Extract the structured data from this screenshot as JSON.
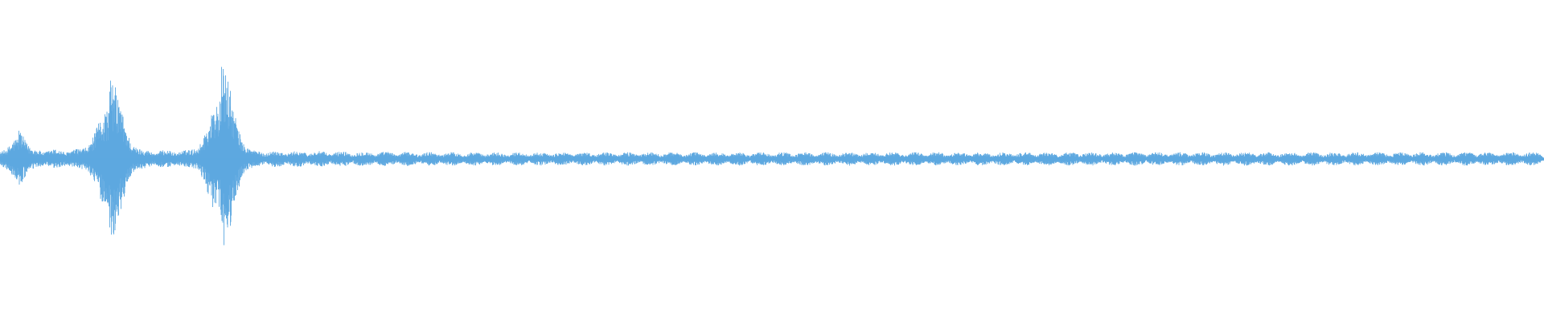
{
  "waveform": {
    "color": "#5DA8E0",
    "background": "#FFFFFF",
    "bursts": [
      {
        "center": 0.012,
        "amplitude": 0.14,
        "width": 0.01
      },
      {
        "center": 0.071,
        "amplitude": 0.46,
        "width": 0.02
      },
      {
        "center": 0.143,
        "amplitude": 0.55,
        "width": 0.02
      }
    ],
    "baseline_amplitude": 0.035
  }
}
